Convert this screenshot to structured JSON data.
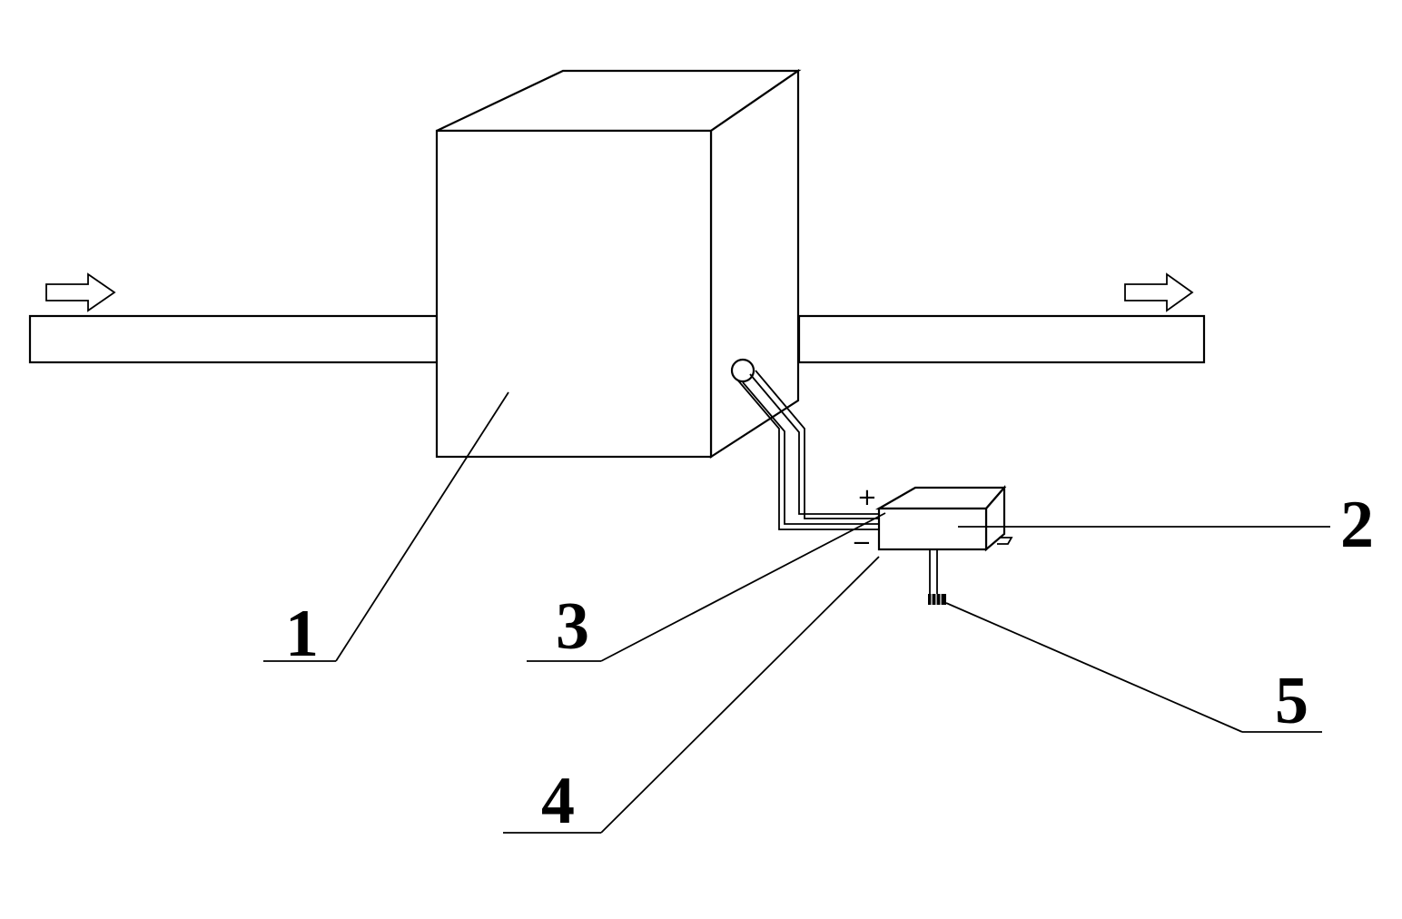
{
  "figure": {
    "labels": {
      "part1": "1",
      "part2": "2",
      "part3": "3",
      "part4": "4",
      "part5": "5"
    },
    "polarity": {
      "positive": "+",
      "negative": "−"
    }
  }
}
